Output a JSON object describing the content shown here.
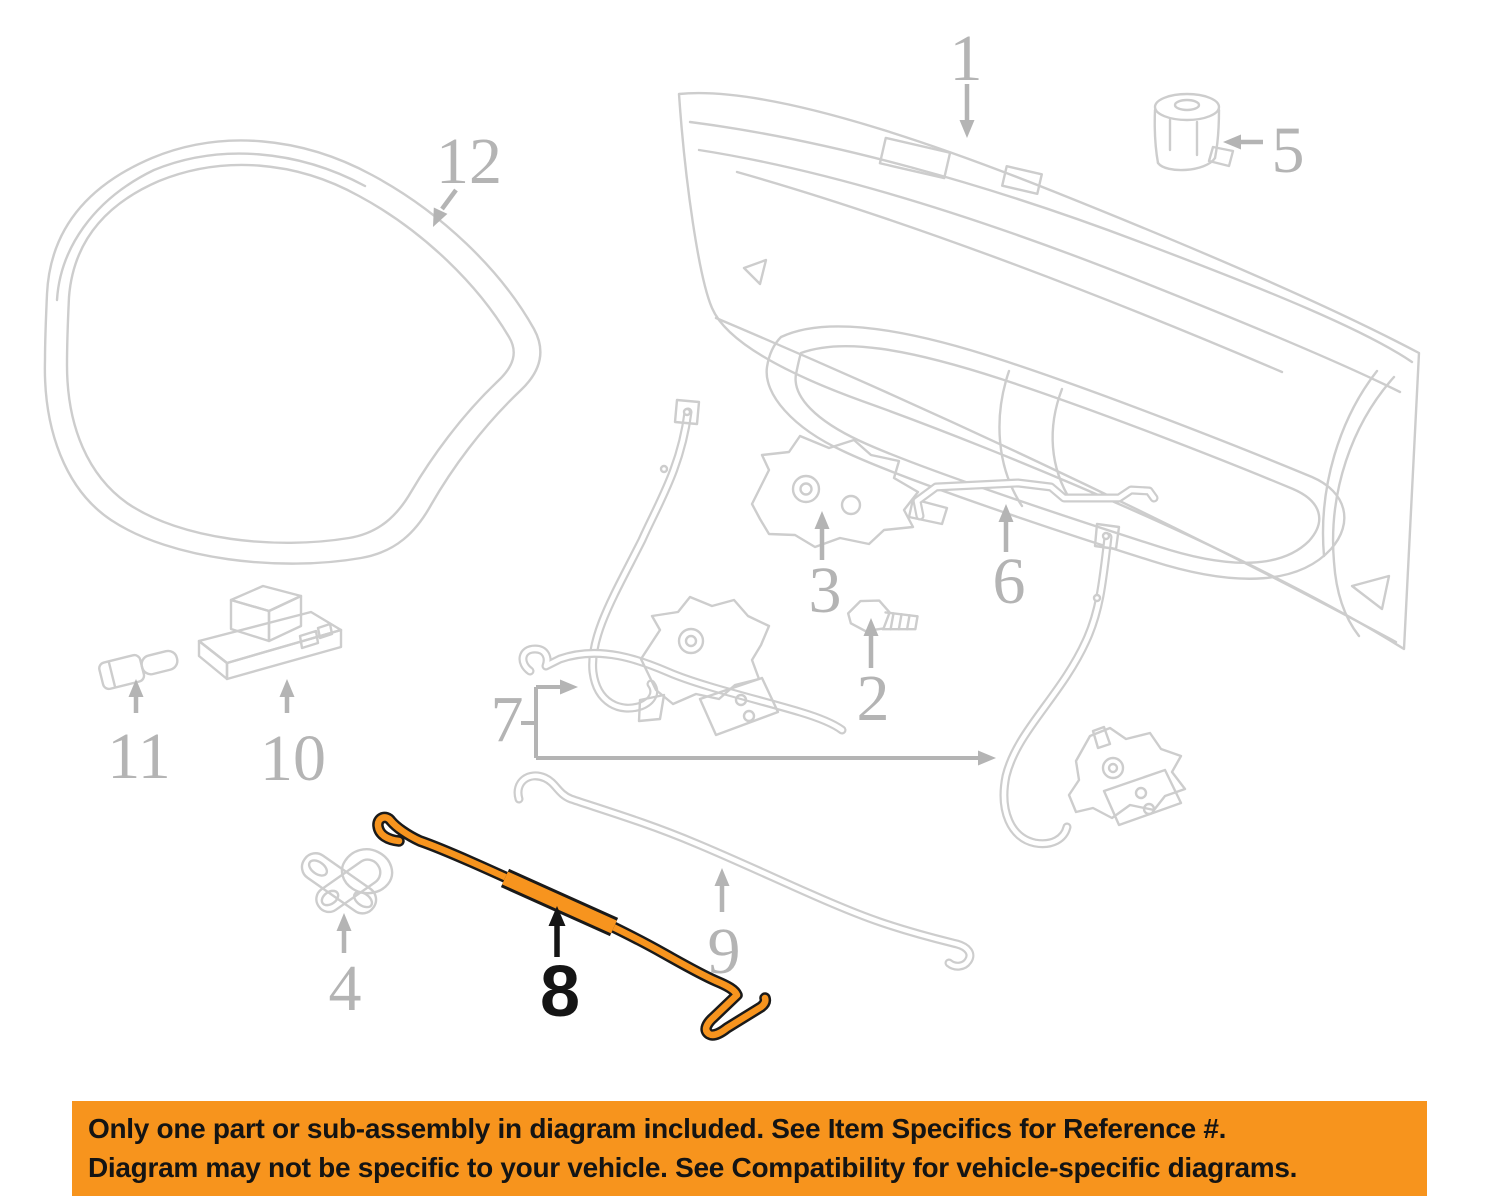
{
  "diagram": {
    "callout_labels": [
      "1",
      "2",
      "3",
      "4",
      "5",
      "6",
      "7",
      "8",
      "9",
      "10",
      "11",
      "12"
    ],
    "highlighted_callout": "8",
    "colors": {
      "line_gray": "#cdcdcd",
      "callout_gray": "#b4b4b4",
      "highlight_orange": "#F7941E",
      "highlight_outline": "#1a1a1a"
    }
  },
  "banner": {
    "background": "#F7941D",
    "text_color": "#141414",
    "line1": "Only one part or sub-assembly in diagram included. See Item Specifics for Reference #.",
    "line2": "Diagram may not be specific to your vehicle. See Compatibility for vehicle-specific diagrams."
  }
}
